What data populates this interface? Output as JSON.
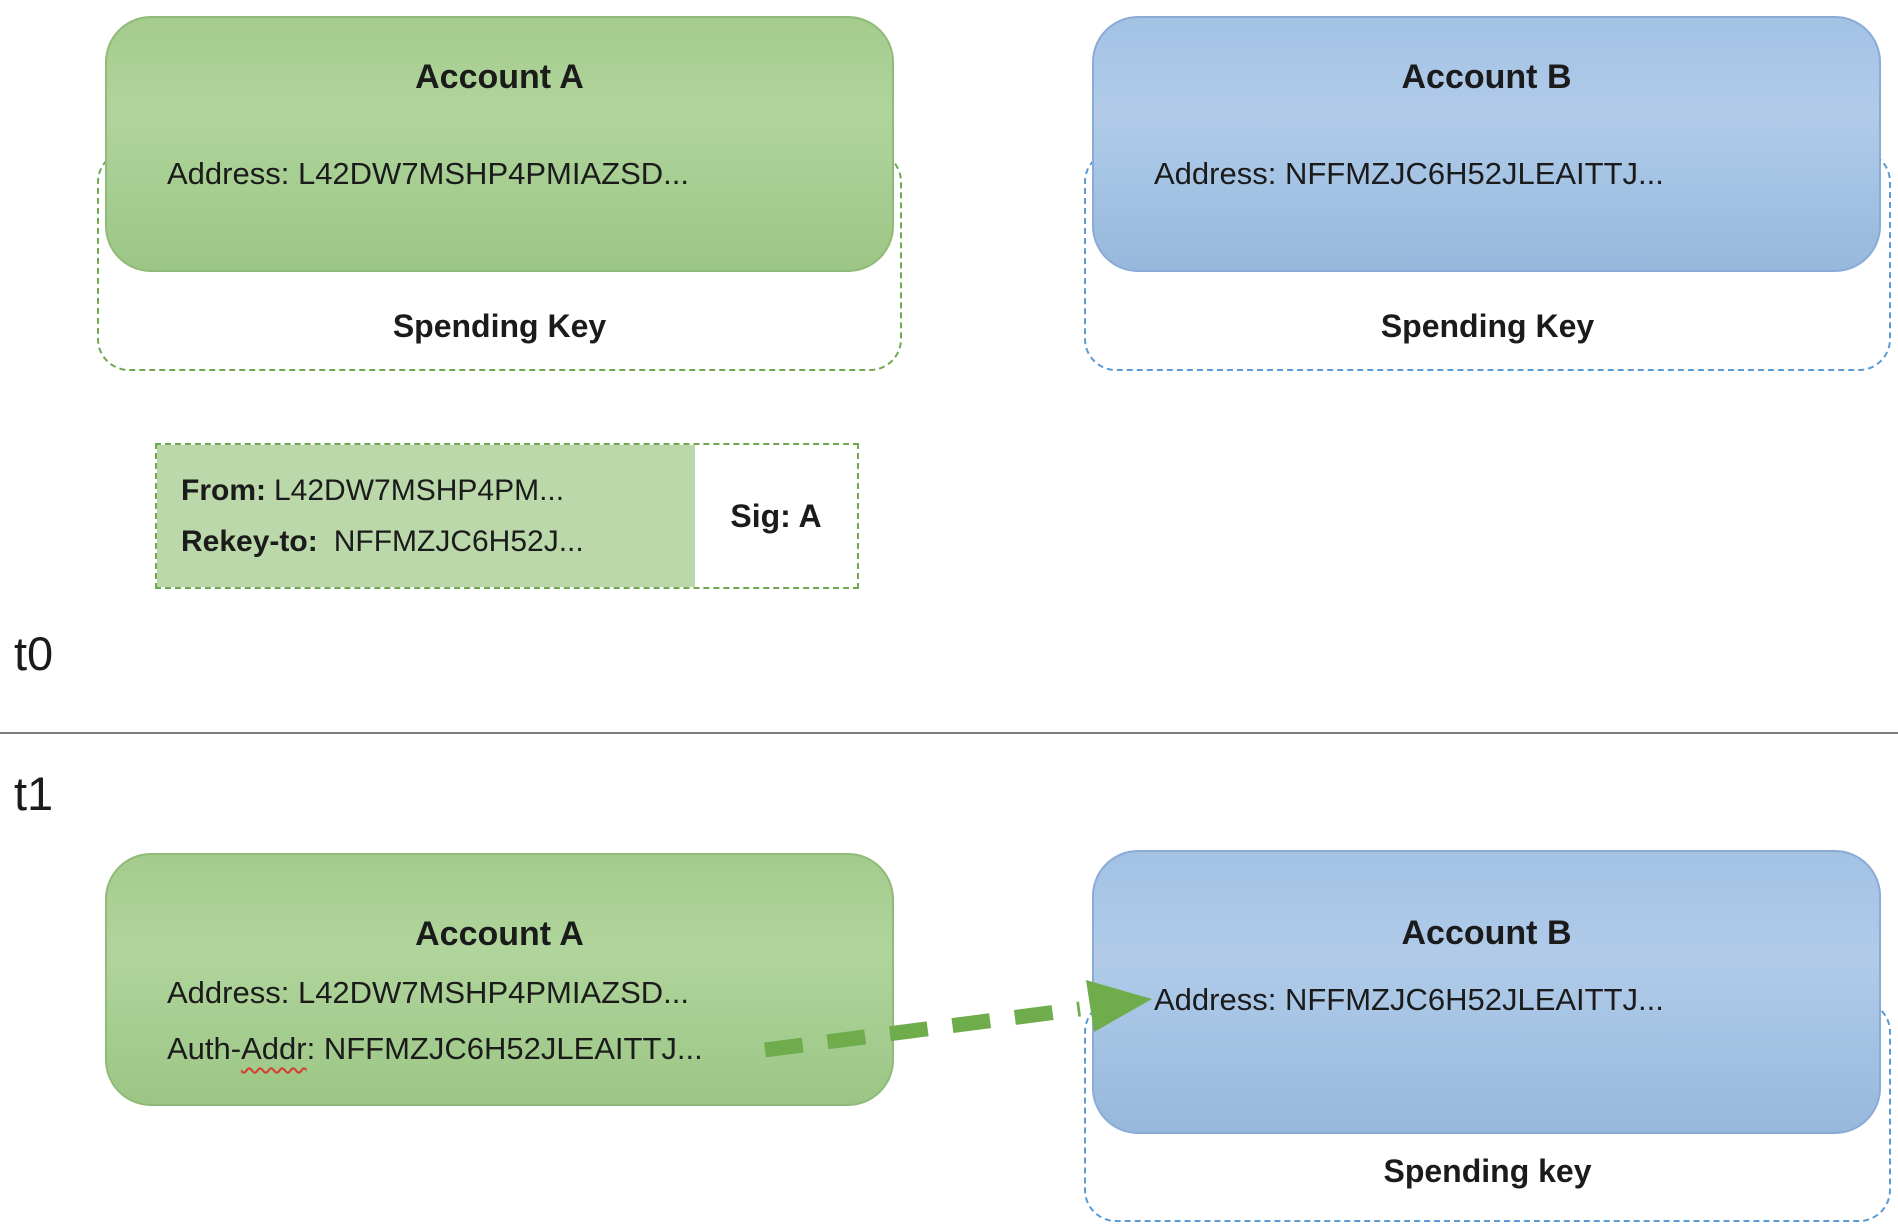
{
  "colors": {
    "green_fill": "#a8cf93",
    "green_border": "#90ba77",
    "green_dashed": "#6fa84f",
    "txn_green_fill": "#bad8a9",
    "blue_fill": "#a6c3e4",
    "blue_border": "#8aabd6",
    "blue_dashed": "#5b9bd5",
    "arrow_green": "#6fad4c",
    "divider_gray": "#7a7a7a",
    "squiggle_red": "#d83a2e"
  },
  "t0": {
    "label": "t0",
    "account_a": {
      "title": "Account A",
      "address": "Address: L42DW7MSHP4PMIAZSD...",
      "spending_key_label": "Spending Key"
    },
    "account_b": {
      "title": "Account B",
      "address": "Address: NFFMZJC6H52JLEAITTJ...",
      "spending_key_label": "Spending Key"
    },
    "transaction": {
      "from_label": "From:",
      "from_value": "L42DW7MSHP4PM...",
      "rekey_label": "Rekey-to:",
      "rekey_value": "NFFMZJC6H52J...",
      "sig_label": "Sig: A"
    }
  },
  "t1": {
    "label": "t1",
    "account_a": {
      "title": "Account A",
      "address": "Address: L42DW7MSHP4PMIAZSD...",
      "auth_addr_prefix": "Auth-",
      "auth_addr_misspelled": "Addr",
      "auth_addr_suffix": ": NFFMZJC6H52JLEAITTJ..."
    },
    "account_b": {
      "title": "Account B",
      "address": "Address: NFFMZJC6H52JLEAITTJ...",
      "spending_key_label": "Spending key"
    }
  }
}
